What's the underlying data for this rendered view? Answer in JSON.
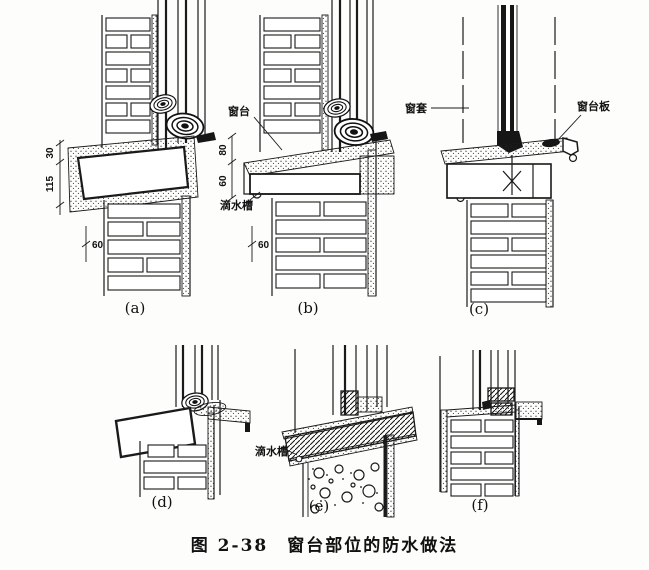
{
  "figure": {
    "caption": "图 2-38　窗台部位的防水做法"
  },
  "panels": {
    "a": {
      "caption": "(a)",
      "dims": {
        "d30": "30",
        "d115": "115",
        "d60": "60"
      }
    },
    "b": {
      "caption": "(b)",
      "labels": {
        "sill": "窗台",
        "drip": "滴水槽"
      },
      "dims": {
        "d80": "80",
        "d60a": "60",
        "d60b": "60"
      }
    },
    "c": {
      "caption": "(c)",
      "labels": {
        "casing": "窗套",
        "sill_board": "窗台板"
      }
    },
    "d": {
      "caption": "(d)"
    },
    "e": {
      "caption": "(e)",
      "labels": {
        "drip": "滴水槽"
      }
    },
    "f": {
      "caption": "(f)"
    }
  },
  "colors": {
    "ink": "#1a1a1a",
    "paper": "#fdfdfb"
  }
}
